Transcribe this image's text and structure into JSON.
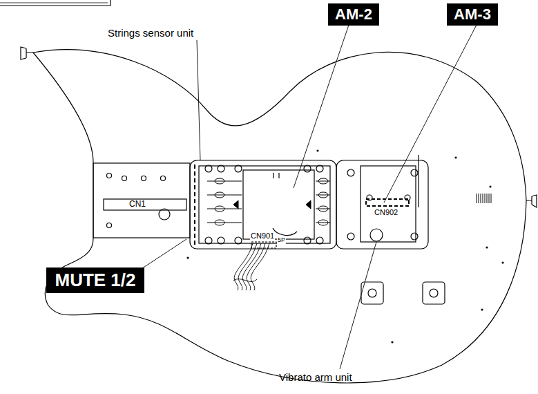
{
  "diagram": {
    "nodes": [
      {
        "text": [
          "AM-2"
        ]
      },
      {
        "text": [
          "AM-3"
        ]
      },
      {
        "text": [
          "MUTE 1/2"
        ]
      }
    ],
    "labels": [
      "Strings sensor unit",
      "CN1",
      "CN901",
      "5P",
      "CN902",
      "Vibrato arm unit"
    ]
  }
}
